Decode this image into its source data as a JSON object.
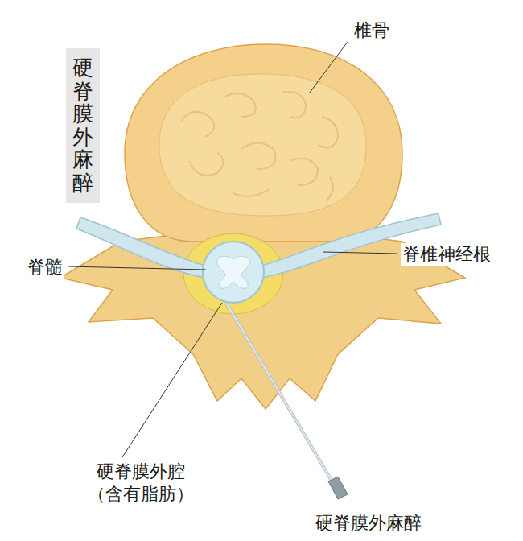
{
  "diagram": {
    "title": "硬脊膜外麻醉",
    "labels": [
      "椎骨",
      "脊髓",
      "脊椎神经根",
      "硬脊膜外腔 （含有脂肪）",
      "硬脊膜外麻醉"
    ]
  }
}
